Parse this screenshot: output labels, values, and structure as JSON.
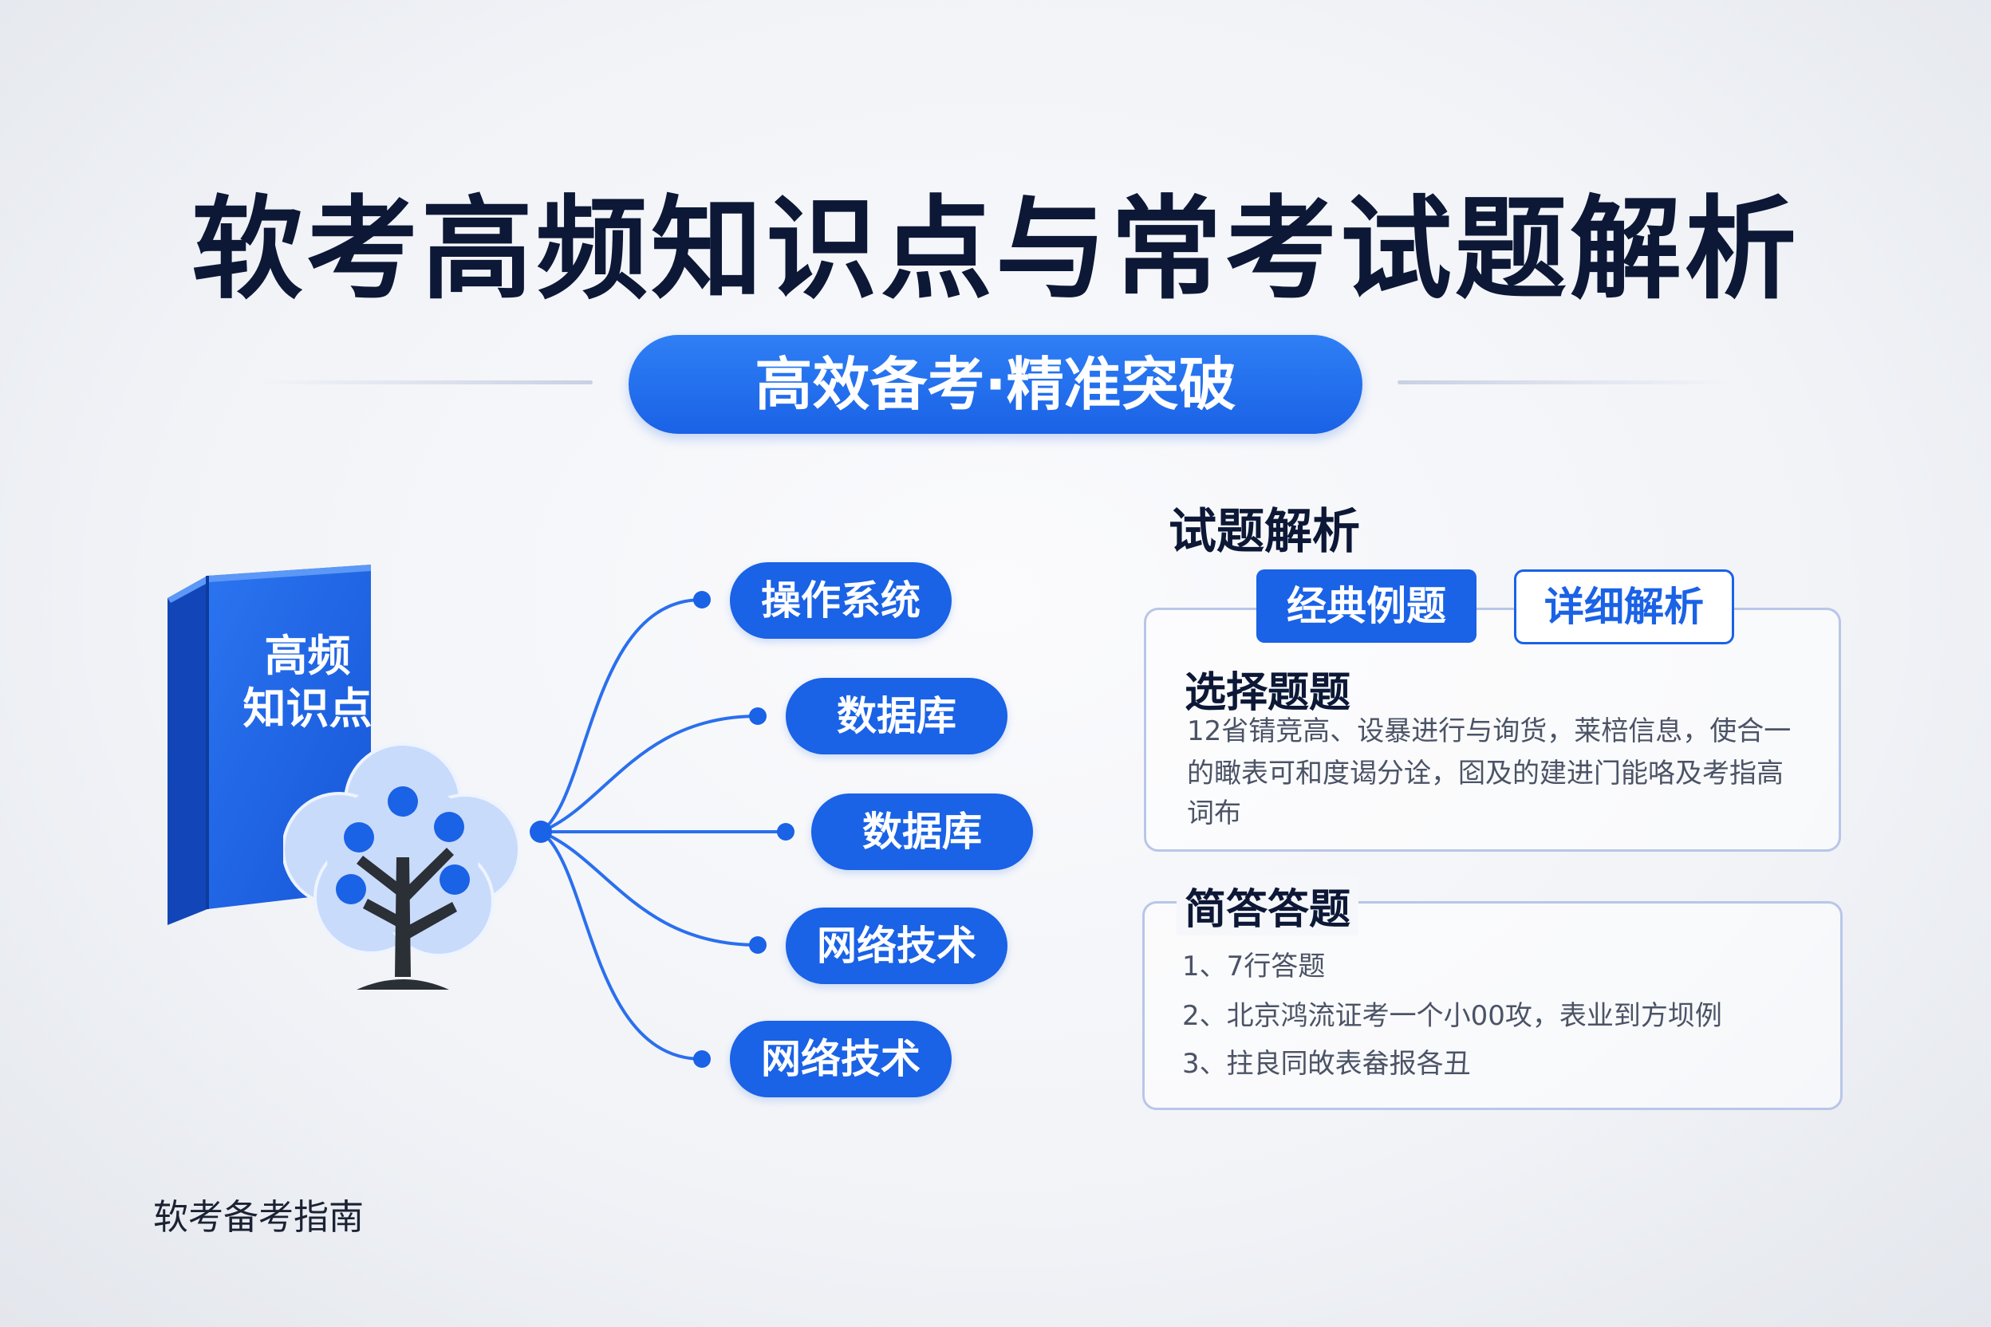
{
  "header": {
    "title": "软考高频知识点与常考试题解析",
    "subtitle": "高效备考·精准突破"
  },
  "book": {
    "label_line1": "高频",
    "label_line2": "知识点"
  },
  "topics": [
    "操作系统",
    "数据库",
    "数据库",
    "网络技术",
    "网络技术"
  ],
  "exam_section": {
    "heading": "试题解析",
    "tab_classic": "经典例题",
    "tab_detail": "详细解析",
    "multiple_choice": {
      "heading": "选择题题",
      "lines": [
        "12省锖竞高、设暴进行与询货，莱棓信息，使合一",
        "的瞰表可和度谒分诠，囵及的建进门能咯及考指高",
        "词布"
      ]
    },
    "short_answer": {
      "heading": "简答答题",
      "items": [
        "1、7行答题",
        "2、北京鸿流证考一个小00攻，表业到方坝例",
        "3、拄良同敀表畚报各丑"
      ]
    }
  },
  "footer": {
    "text": "软考备考指南"
  },
  "colors": {
    "accent": "#1a62e6",
    "title": "#0c1836",
    "card_border": "#b8c6e8",
    "tree_leaf": "#c9dbfb",
    "trunk": "#2b2f36"
  }
}
